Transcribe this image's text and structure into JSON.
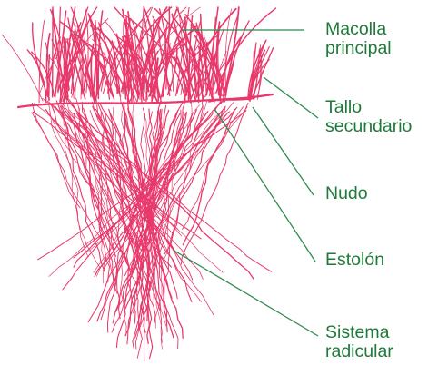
{
  "diagram": {
    "colors": {
      "plant": "#e8386a",
      "leader": "#2e8b4e",
      "label": "#1f7a3a"
    },
    "labels": {
      "macolla": "Macolla\nprincipal",
      "tallo": "Tallo\nsecundario",
      "nudo": "Nudo",
      "estolon": "Estolón",
      "sistema": "Sistema\nradicular"
    }
  }
}
